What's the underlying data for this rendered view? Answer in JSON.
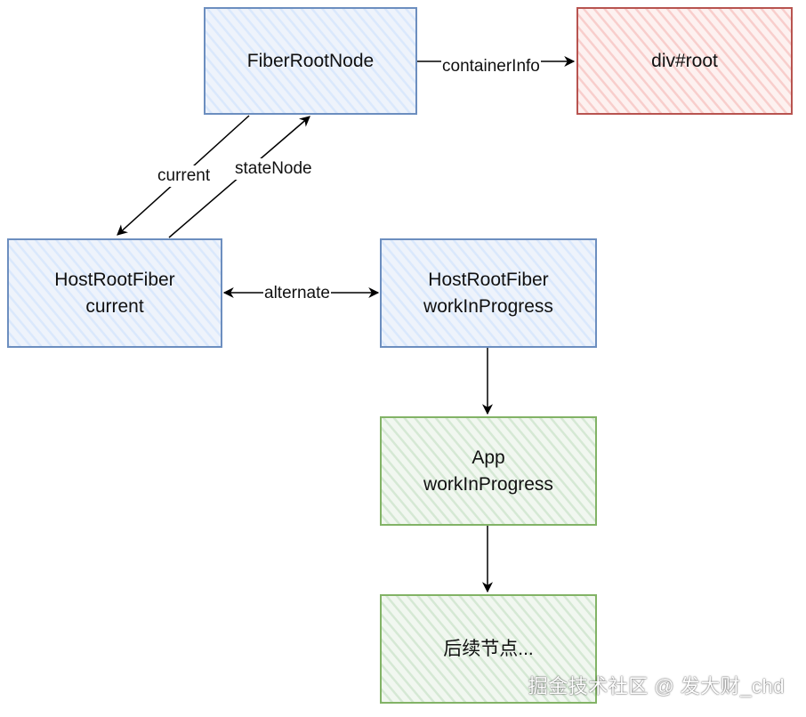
{
  "nodes": {
    "fiber_root_node": {
      "line1": "FiberRootNode"
    },
    "div_root": {
      "line1": "div#root"
    },
    "host_root_fiber_current": {
      "line1": "HostRootFiber",
      "line2": "current"
    },
    "host_root_fiber_wip": {
      "line1": "HostRootFiber",
      "line2": "workInProgress"
    },
    "app_wip": {
      "line1": "App",
      "line2": "workInProgress"
    },
    "subsequent_nodes": {
      "line1": "后续节点..."
    }
  },
  "edges": {
    "container_info": "containerInfo",
    "current": "current",
    "state_node": "stateNode",
    "alternate": "alternate"
  },
  "watermark": "掘金技术社区 @ 发大财_chd",
  "colors": {
    "blue_fill": "#dae8fc",
    "blue_stroke": "#6c8ebf",
    "red_fill": "#f8cecc",
    "red_stroke": "#b85450",
    "green_fill": "#d5e8d4",
    "green_stroke": "#82b366",
    "arrow": "#000000"
  }
}
